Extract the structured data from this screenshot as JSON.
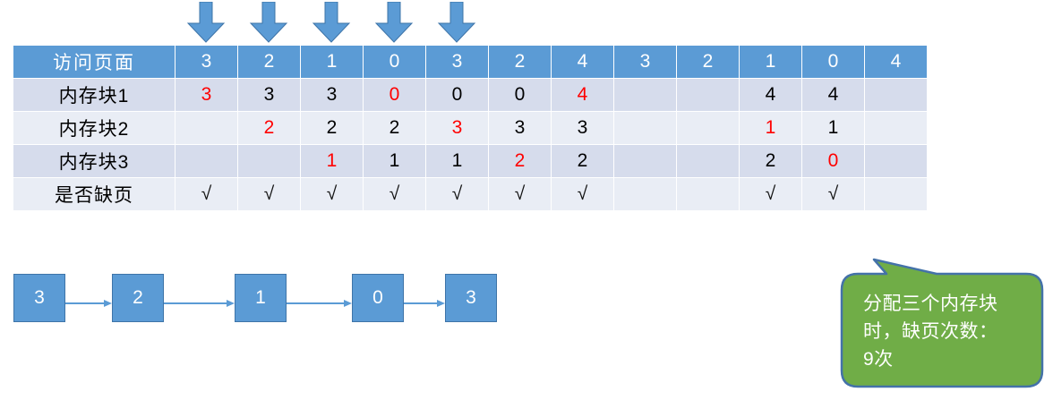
{
  "arrows": {
    "name": "page-access-pointer-arrows",
    "color": "#5b9bd5",
    "count": 5,
    "targets": [
      0,
      1,
      2,
      3,
      4
    ]
  },
  "table": {
    "label_header": "访问页面",
    "columns": [
      "3",
      "2",
      "1",
      "0",
      "3",
      "2",
      "4",
      "3",
      "2",
      "1",
      "0",
      "4"
    ],
    "rows": [
      {
        "label": "内存块1",
        "cells": [
          {
            "v": "3",
            "red": true
          },
          {
            "v": "3",
            "red": false
          },
          {
            "v": "3",
            "red": false
          },
          {
            "v": "0",
            "red": true
          },
          {
            "v": "0",
            "red": false
          },
          {
            "v": "0",
            "red": false
          },
          {
            "v": "4",
            "red": true
          },
          {
            "v": "",
            "red": false
          },
          {
            "v": "",
            "red": false
          },
          {
            "v": "4",
            "red": false
          },
          {
            "v": "4",
            "red": false
          },
          {
            "v": "",
            "red": false
          }
        ]
      },
      {
        "label": "内存块2",
        "cells": [
          {
            "v": "",
            "red": false
          },
          {
            "v": "2",
            "red": true
          },
          {
            "v": "2",
            "red": false
          },
          {
            "v": "2",
            "red": false
          },
          {
            "v": "3",
            "red": true
          },
          {
            "v": "3",
            "red": false
          },
          {
            "v": "3",
            "red": false
          },
          {
            "v": "",
            "red": false
          },
          {
            "v": "",
            "red": false
          },
          {
            "v": "1",
            "red": true
          },
          {
            "v": "1",
            "red": false
          },
          {
            "v": "",
            "red": false
          }
        ]
      },
      {
        "label": "内存块3",
        "cells": [
          {
            "v": "",
            "red": false
          },
          {
            "v": "",
            "red": false
          },
          {
            "v": "1",
            "red": true
          },
          {
            "v": "1",
            "red": false
          },
          {
            "v": "1",
            "red": false
          },
          {
            "v": "2",
            "red": true
          },
          {
            "v": "2",
            "red": false
          },
          {
            "v": "",
            "red": false
          },
          {
            "v": "",
            "red": false
          },
          {
            "v": "2",
            "red": false
          },
          {
            "v": "0",
            "red": true
          },
          {
            "v": "",
            "red": false
          }
        ]
      },
      {
        "label": "是否缺页",
        "cells": [
          {
            "v": "√",
            "red": false
          },
          {
            "v": "√",
            "red": false
          },
          {
            "v": "√",
            "red": false
          },
          {
            "v": "√",
            "red": false
          },
          {
            "v": "√",
            "red": false
          },
          {
            "v": "√",
            "red": false
          },
          {
            "v": "√",
            "red": false
          },
          {
            "v": "",
            "red": false
          },
          {
            "v": "",
            "red": false
          },
          {
            "v": "√",
            "red": false
          },
          {
            "v": "√",
            "red": false
          },
          {
            "v": "",
            "red": false
          }
        ]
      }
    ]
  },
  "chain": {
    "name": "page-reference-chain",
    "nodes": [
      "3",
      "2",
      "1",
      "0",
      "3"
    ],
    "node_color": "#5b9bd5",
    "arrow_color": "#5b9bd5"
  },
  "callout": {
    "name": "fault-count-callout",
    "text": "分配三个内存块时，缺页次数：9次",
    "fill": "#70ad47",
    "border": "#4472a8"
  },
  "palette": {
    "header_blue": "#5b9bd5",
    "band_a": "#d6dcec",
    "band_b": "#e9edf5",
    "red": "#ff0000",
    "green": "#70ad47"
  }
}
